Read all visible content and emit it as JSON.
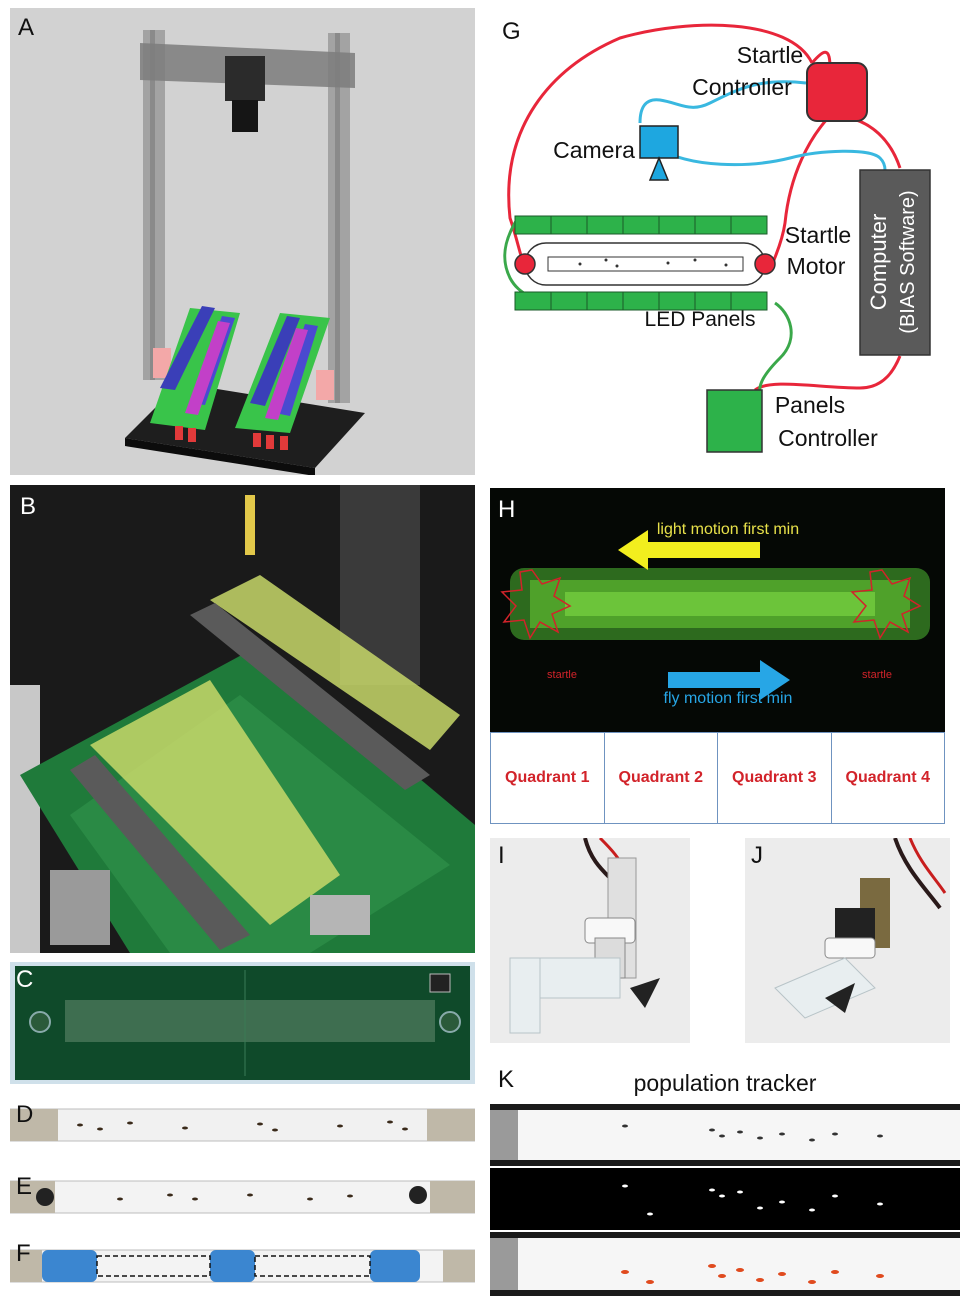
{
  "panel_labels": {
    "A": "A",
    "B": "B",
    "C": "C",
    "D": "D",
    "E": "E",
    "F": "F",
    "G": "G",
    "H": "H",
    "I": "I",
    "J": "J",
    "K": "K"
  },
  "diagram_g": {
    "startle_controller": [
      "Startle",
      "Controller"
    ],
    "camera": "Camera",
    "startle_motor": [
      "Startle",
      "Motor"
    ],
    "computer": [
      "Computer",
      "(BIAS Software)"
    ],
    "led_panels": "LED Panels",
    "panels_controller": [
      "Panels",
      "Controller"
    ]
  },
  "panel_h": {
    "light_motion": "light motion first min",
    "fly_motion": "fly motion first min",
    "startle_left": "startle",
    "startle_right": "startle",
    "quadrants": [
      "Quadrant 1",
      "Quadrant 2",
      "Quadrant 3",
      "Quadrant 4"
    ]
  },
  "panel_k": {
    "title": "population tracker"
  },
  "colors": {
    "red": "#e8263a",
    "cyan": "#39b8e0",
    "green": "#3aa84a",
    "panel_green": "#2db24a",
    "computer": "#5a5a5a",
    "yellow": "#f2ee1e",
    "blue_arrow": "#27a6e6"
  }
}
